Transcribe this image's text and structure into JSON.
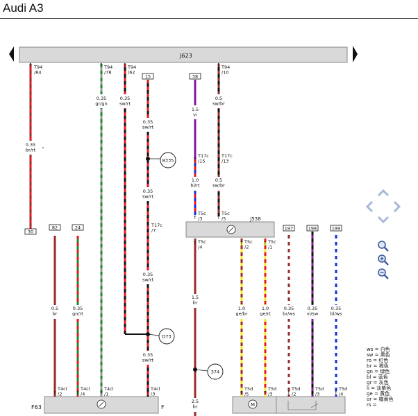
{
  "header": {
    "title": "Audi A3"
  },
  "diagram": {
    "main_unit": "J623",
    "control_unit": "J538",
    "bottom_left_label": "F63",
    "bottom_right_label": "F",
    "connector_labels": {
      "t94_84": "T94\n/84",
      "t94_78": "T94\n/78",
      "t94_62": "T94\n/62",
      "t94_10": "T94\n/10",
      "box_15": "15",
      "box_38": "38",
      "box_30": "30",
      "box_82": "82",
      "box_24": "24",
      "box_197": "197",
      "box_198": "198",
      "box_199": "199",
      "t17c_15": "T17c\n/15",
      "t17c_13": "T17c\n/13",
      "t17c_7": "T17c\n/7",
      "t5c_3": "T5c\n/3",
      "t5c_5": "T5c\n/5",
      "t5c_4": "T5c\n/4",
      "t5c_2": "T5c\n/2",
      "t5c_1": "T5c\n/1",
      "t4cl_2": "T4cl\n/2",
      "t4cl_4": "T4cl\n/4",
      "t4cl_1": "T4cl\n/1",
      "t4cl_3": "T4cl\n/3",
      "t5d_5": "T5d\n/5",
      "t5d_3a": "T5d\n/3",
      "t5d_2": "T5d\n/2",
      "t5d_3b": "T5d\n/3",
      "t5d_4": "T5d\n/4"
    },
    "wire_labels": {
      "w1": "0.35\nbr/rt",
      "w3a": "0.35\ngr/gn",
      "w4a": "0.35\nsw/rt",
      "w5a": "0.35\nsw/rt",
      "w5b": "0.35\nsw/rt",
      "w5c": "0.35\nsw/rt",
      "w5d": "0.35\nsw/rt",
      "w6a": "1.5\nvi",
      "w6b": "1.0\nbl/rt",
      "w7a": "0.5\nsw/br",
      "w7b": "0.5\nsw/br",
      "w8a": "0.5\nbr",
      "w9a": "0.35\ngn/rt",
      "w10a": "1.5\nbr",
      "w10b": "2.5\nbr",
      "w11a": "1.0\nge/br",
      "w12a": "1.0\nge/rt",
      "w13a": "0.35\nbr/ws",
      "w14a": "0.35\nvi/sw",
      "w15a": "0.35\nbl/ws"
    },
    "splice_labels": {
      "b335": "B335",
      "d73": "D73",
      "s374": "374"
    }
  },
  "legend": [
    "ws = 白色",
    "sw = 黑色",
    "ro = 红色",
    "br = 褐色",
    "gn = 绿色",
    "bl = 蓝色",
    "gr = 灰色",
    "li = 淡紫色",
    "ge = 黄色",
    "or = 橘黄色",
    "rs ="
  ],
  "colors": {
    "red": "#e8171f",
    "black": "#111111",
    "green": "#1f8a32",
    "gray": "#9a9a9a",
    "violet": "#7d1a9a",
    "blue": "#1430d8",
    "brown": "#9a2a2a",
    "yellow": "#f2ee1a",
    "white": "#ffffff",
    "unit_fill": "#d9d9d9",
    "nav_blue": "#a8b8d8"
  },
  "icons": [
    "left-arrow-icon",
    "right-arrow-icon",
    "pan-up-icon",
    "pan-down-icon",
    "pan-left-icon",
    "pan-right-icon",
    "zoom-reset-icon",
    "zoom-in-icon",
    "zoom-out-icon"
  ]
}
